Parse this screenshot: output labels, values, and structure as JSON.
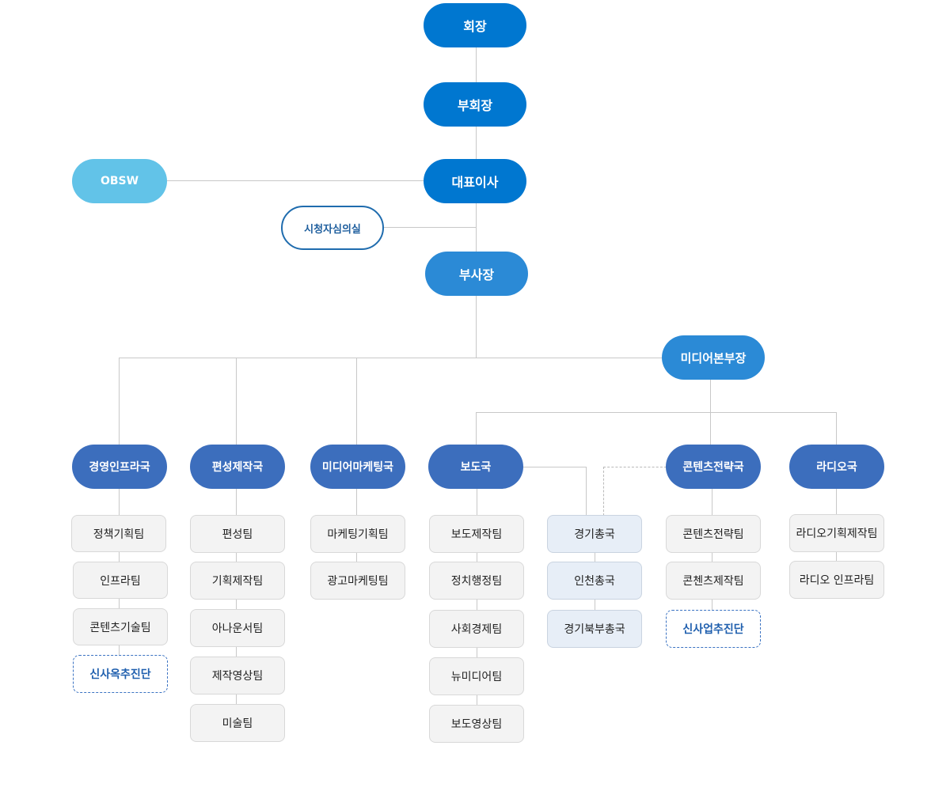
{
  "executives": {
    "chairman": "회장",
    "vice_chairman": "부회장",
    "ceo": "대표이사",
    "obsw": "OBSW",
    "viewer_committee": "시청자심의실",
    "vice_president": "부사장",
    "media_hq": "미디어본부장"
  },
  "departments": [
    {
      "name": "경영인프라국",
      "teams": [
        "정책기획팀",
        "인프라팀",
        "콘텐츠기술팀"
      ],
      "special": "신사옥추진단"
    },
    {
      "name": "편성제작국",
      "teams": [
        "편성팀",
        "기획제작팀",
        "아나운서팀",
        "제작영상팀",
        "미술팀"
      ]
    },
    {
      "name": "미디어마케팅국",
      "teams": [
        "마케팅기획팀",
        "광고마케팅팀"
      ]
    },
    {
      "name": "보도국",
      "teams": [
        "보도제작팀",
        "정치행정팀",
        "사회경제팀",
        "뉴미디어팀",
        "보도영상팀"
      ]
    },
    {
      "name": "콘텐츠전략국",
      "teams": [
        "콘텐츠전략팀",
        "콘첸츠제작팀"
      ],
      "special": "신사업추진단"
    },
    {
      "name": "라디오국",
      "teams": [
        "라디오기획제작팀",
        "라디오 인프라팀"
      ]
    }
  ],
  "branches": [
    "경기총국",
    "인천총국",
    "경기북부총국"
  ]
}
